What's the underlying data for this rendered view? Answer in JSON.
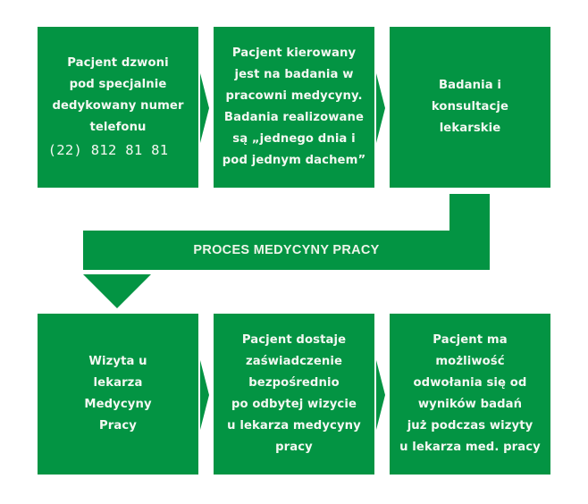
{
  "colors": {
    "brand_green": "#039443",
    "text": "#f4f8f2",
    "background": "#ffffff"
  },
  "banner": {
    "title": "PROCES MEDYCYNY PRACY"
  },
  "top_row": [
    {
      "lines": [
        "Pacjent dzwoni",
        "pod specjalnie",
        "dedykowany numer",
        "telefonu"
      ],
      "phone": "(22) 812 81 81"
    },
    {
      "lines": [
        "Pacjent kierowany",
        "jest na badania w",
        "pracowni medycyny.",
        "Badania realizowane",
        "są „jednego dnia i",
        "pod jednym dachem”"
      ]
    },
    {
      "lines": [
        "Badania i",
        "konsultacje",
        "lekarskie"
      ]
    }
  ],
  "bottom_row": [
    {
      "lines": [
        "Wizyta u",
        "lekarza",
        "Medycyny",
        "Pracy"
      ]
    },
    {
      "lines": [
        "Pacjent dostaje",
        "zaświadczenie",
        "bezpośrednio",
        "po odbytej wizycie",
        "u lekarza medycyny",
        "pracy"
      ]
    },
    {
      "lines": [
        "Pacjent ma",
        "możliwość",
        "odwołania się od",
        "wyników badań",
        "już podczas wizyty",
        "u lekarza med. pracy"
      ]
    }
  ],
  "icons": {
    "step_arrow": "chevron-right-icon",
    "flow_arrow": "arrow-down-icon"
  }
}
